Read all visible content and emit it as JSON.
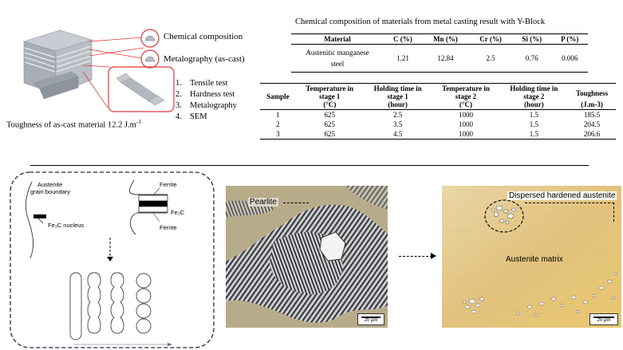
{
  "left_labels": {
    "chemical_composition": "Chemical composition",
    "metalography_ascast": "Metalography (as-cast)",
    "tests": [
      "Tensile test",
      "Hardness test",
      "Metalography",
      "SEM"
    ],
    "test_numbers": [
      "1.",
      "2.",
      "3.",
      "4."
    ],
    "toughness_caption": "Toughness of as-cast material 12.2 J.m",
    "toughness_exp": "-3"
  },
  "table1": {
    "title": "Chemical composition of materials from metal casting result with Y-Block",
    "headers": [
      "Material",
      "C (%)",
      "Mn (%)",
      "Cr (%)",
      "Si (%)",
      "P (%)"
    ],
    "row": [
      "Austenitic manganese steel",
      "1.21",
      "12.84",
      "2.5",
      "0.76",
      "0.006"
    ]
  },
  "table2": {
    "headers": [
      {
        "l1": "Sample",
        "l2": "",
        "l3": ""
      },
      {
        "l1": "Temperature in",
        "l2": "stage 1",
        "l3": "(°C)"
      },
      {
        "l1": "Holding time in",
        "l2": "stage 1",
        "l3": "(hour)"
      },
      {
        "l1": "Temperature in",
        "l2": "stage 2",
        "l3": "(°C)"
      },
      {
        "l1": "Holding time in",
        "l2": "stage 2",
        "l3": "(hour)"
      },
      {
        "l1": "Toughness",
        "l2": "",
        "l3": "(J.m-3)"
      }
    ],
    "rows": [
      [
        "1",
        "625",
        "2.5",
        "1000",
        "1.5",
        "185.5"
      ],
      [
        "2",
        "625",
        "3.5",
        "1000",
        "1.5",
        "204.5"
      ],
      [
        "3",
        "625",
        "4.5",
        "1000",
        "1.5",
        "206.6"
      ]
    ]
  },
  "schematic": {
    "austenite": "Austenite",
    "grain_boundary": "grain boundary",
    "fe3c_nucleus": "Fe₃C nucleus",
    "ferrite_top": "Ferrite",
    "ferrite_bottom": "Ferrite",
    "fe3c": "Fe₃C"
  },
  "micrograph1": {
    "label": "Pearlite",
    "scale": "20 μm"
  },
  "micrograph2": {
    "label_top": "Dispersed hardened austenite",
    "label_mid": "Austenite matrix",
    "scale": "20 μm"
  },
  "colors": {
    "accent_red": "#e03a3a",
    "dash_blue": "#1a2a4a"
  }
}
